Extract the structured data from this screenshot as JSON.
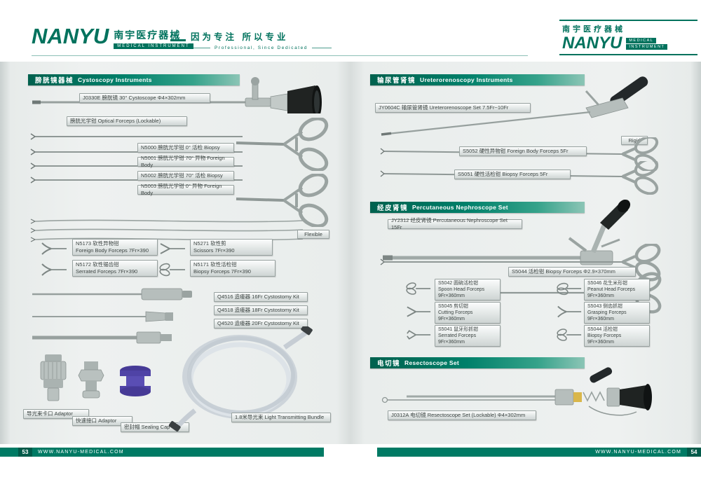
{
  "header": {
    "logo": {
      "name": "NANYU",
      "cn": "南宇医疗器械",
      "sub": "MEDICAL  INSTRUMENT"
    },
    "slogan": {
      "cn": "因为专注  所以专业",
      "en": "Professional, Since Dedicated"
    },
    "logo_right": {
      "name": "NANYU",
      "cn": "南宇医疗器械",
      "sub1": "MEDICAL",
      "sub2": "INSTRUMENT"
    }
  },
  "left_page": {
    "section_cystoscopy": {
      "title_cn": "膀胱镜器械",
      "title_en": "Cystoscopy Instruments"
    },
    "labels": {
      "cystoscope": "J0330E 膀胱镜 30°  Cystoscope  Φ4×302mm",
      "optical_forceps": "膀胱光学钳 Optical Forceps (Lockable)",
      "n5000": "N5000 膀胱光学钳 0°  活检 Biopsy",
      "n5001": "N5001 膀胱光学钳 70°  异物 Foreign Body",
      "n5002": "N5002 膀胱光学钳 70°  活检 Biopsy",
      "n5003": "N5003 膀胱光学钳 0°  异物 Foreign Body",
      "flexible_tag": "Flexible",
      "n5173": "N5173 软性异物钳\nForeign Body Forceps 7Fr×390",
      "n5271": "N5271 软性剪\nScissors 7Fr×390",
      "n5172": "N5172 软性锯齿钳\nSerrated Forceps 7Fr×390",
      "n5171": "N5171 软性活检钳\nBiopsy Forceps 7Fr×390",
      "q4516": "Q4516 造瘘器 16Fr Cystostomy Kit",
      "q4518": "Q4518 造瘘器 18Fr Cystostomy Kit",
      "q4520": "Q4520 造瘘器 20Fr Cystostomy Kit",
      "adaptor1": "导光束卡口 Adaptor",
      "adaptor2": "快速接口 Adaptor",
      "sealing_cap": "密封帽 Sealing Cap",
      "light_bundle": "1.8米导光束  Light Transmitting Bundle"
    }
  },
  "right_page": {
    "section_uretero": {
      "title_cn": "输尿管肾镜",
      "title_en": "Ureterorenoscopy Instruments"
    },
    "section_nephro": {
      "title_cn": "经皮肾镜",
      "title_en": "Percutaneous Nephroscope Set"
    },
    "section_resecto": {
      "title_cn": "电切镜",
      "title_en": "Resectoscope Set"
    },
    "labels": {
      "ureteroscope": "JY0604C 输尿管肾镜 Ureterorenoscope Set 7.5Fr~10Fr",
      "rigid_tag": "Rigid",
      "s5052": "S5052 硬性异物钳 Foreign Body Forceps 5Fr",
      "s5051": "S5051 硬性活检钳 Biopsy Forceps 5Fr",
      "nephroscope": "JY2312 经皮肾镜 Percutaneous Nephroscope Set 15Fr",
      "s5044_long": "S5044 活检钳 Biopsy Forceps Φ2.9×370mm",
      "s5042": "S5042 圆碗活检钳\nSpoon Head Forceps\n9Fr×360mm",
      "s5046": "S5046 花生米形钳\nPeanut Head Forceps\n9Fr×360mm",
      "s5045": "S5045 剪切钳\nCutting Forceps\n9Fr×360mm",
      "s5043": "S5043 侧齿抓钳\nGrasping Forceps\n9Fr×360mm",
      "s5041": "S5041 鼠牙形抓钳\nSerrated Forceps\n9Fr×360mm",
      "s5044_short": "S5044 活检钳\nBiopsy Forceps\n9Fr×360mm",
      "resectoscope": "J0312A 电切镜 Resectoscope Set (Lockable)  Φ4×302mm"
    }
  },
  "footer": {
    "url": "WWW.NANYU-MEDICAL.COM",
    "left_page_no": "53",
    "right_page_no": "54"
  },
  "colors": {
    "brand_teal": "#00725d",
    "bar_dark": "#00614e",
    "footer_teal": "#007a64"
  }
}
